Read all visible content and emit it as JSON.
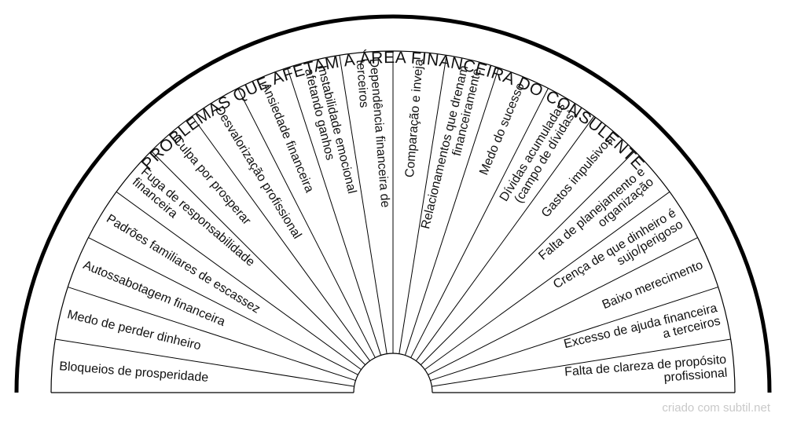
{
  "title": "PROBLEMAS QUE AFETAM A ÁREA FINANCEIRA DO CONSULENTE",
  "credit": "criado com subtil.net",
  "segments": [
    {
      "lines": [
        "Bloqueios de prosperidade"
      ]
    },
    {
      "lines": [
        "Medo de perder dinheiro"
      ]
    },
    {
      "lines": [
        "Autossabotagem financeira"
      ]
    },
    {
      "lines": [
        "Padrões familiares de escassez"
      ]
    },
    {
      "lines": [
        "Fuga de responsabilidade",
        "financeira"
      ]
    },
    {
      "lines": [
        "Culpa por prosperar"
      ]
    },
    {
      "lines": [
        "Desvalorização profissional"
      ]
    },
    {
      "lines": [
        "Ansiedade financeira"
      ]
    },
    {
      "lines": [
        "Instabilidade emocional",
        "afetando ganhos"
      ]
    },
    {
      "lines": [
        "Dependência financeira de",
        "terceiros"
      ]
    },
    {
      "lines": [
        "Comparação e inveja"
      ]
    },
    {
      "lines": [
        "Relacionamentos que drenam",
        "financeiramente"
      ]
    },
    {
      "lines": [
        "Medo do sucesso"
      ]
    },
    {
      "lines": [
        "Dívidas acumuladas",
        "(campo de dívidas)"
      ]
    },
    {
      "lines": [
        "Gastos impulsivos"
      ]
    },
    {
      "lines": [
        "Falta de planejamento e",
        "organização"
      ]
    },
    {
      "lines": [
        "Crença de que dinheiro é",
        "sujo/perigoso"
      ]
    },
    {
      "lines": [
        "Baixo merecimento"
      ]
    },
    {
      "lines": [
        "Excesso de ajuda financeira",
        "a terceiros"
      ]
    },
    {
      "lines": [
        "Falta de clareza de propósito",
        "profissional"
      ]
    }
  ]
}
